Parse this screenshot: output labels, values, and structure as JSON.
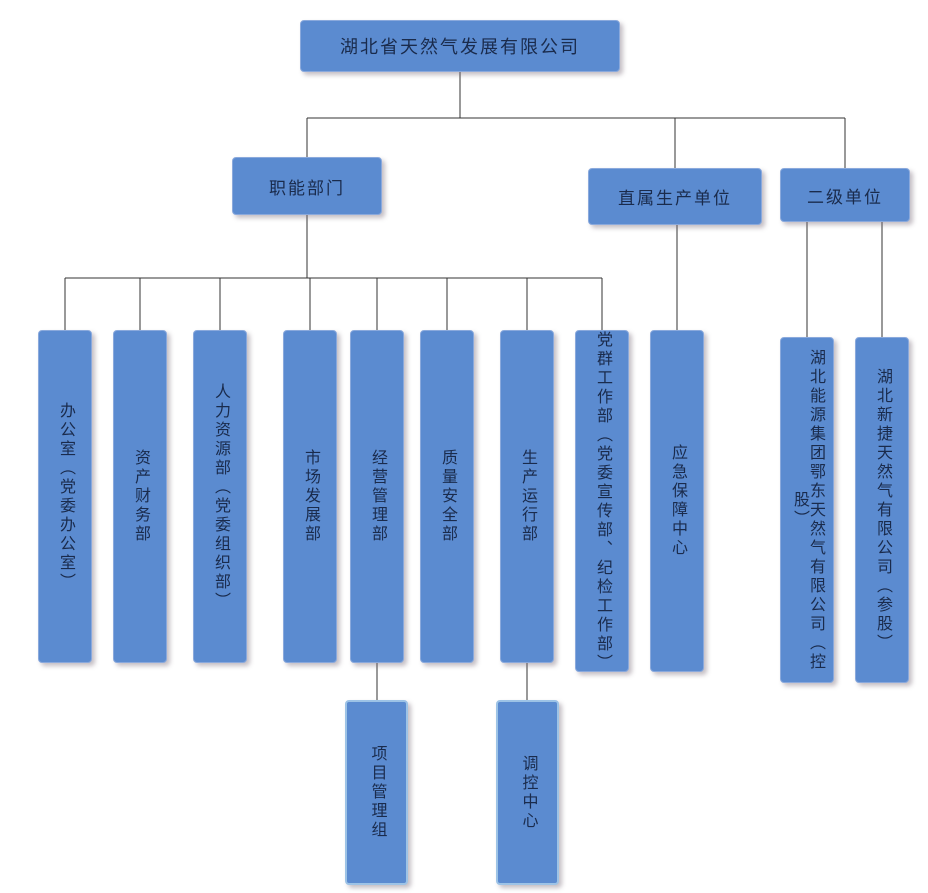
{
  "org": {
    "root_label": "湖北省天然气发展有限公司",
    "functional": {
      "label": "职能部门",
      "departments": [
        "办公室（党委办公室）",
        "资产财务部",
        "人力资源部（党委组织部）",
        "市场发展部",
        "经营管理部",
        "质量安全部",
        "生产运行部",
        "党群工作部（党委宣传部、纪检工作部）"
      ]
    },
    "production": {
      "label": "直属生产单位",
      "units": [
        "应急保障中心"
      ]
    },
    "secondary": {
      "label": "二级单位",
      "units": [
        "湖北能源集团鄂东天然气有限公司（控股）",
        "湖北新捷天然气有限公司（参股）"
      ]
    },
    "sub_units": {
      "project_management": "项目管理组",
      "dispatch_center": "调控中心"
    }
  },
  "colors": {
    "box_fill": "#5B8BD0",
    "box_border": "#8AA9DC",
    "subbox_border": "#9DC3E6",
    "text": "#1A2B4C",
    "line": "#333333"
  }
}
